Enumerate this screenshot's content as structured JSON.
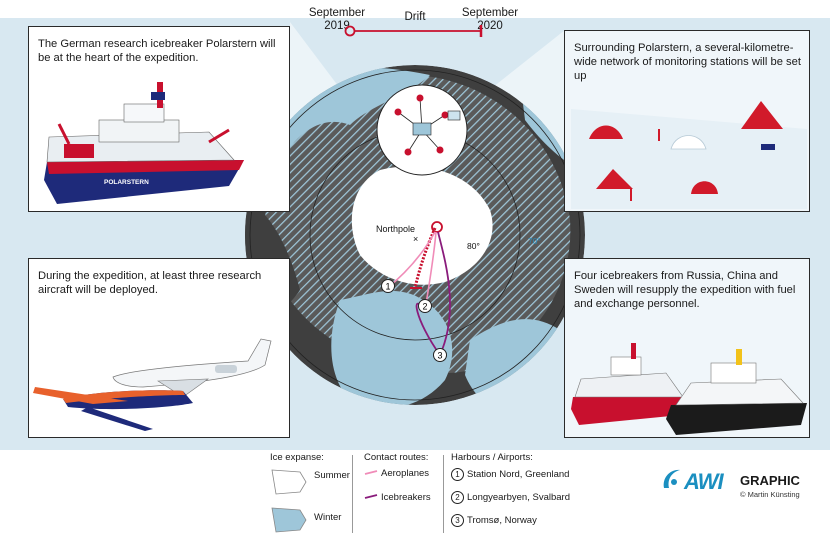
{
  "drift": {
    "start_month": "September",
    "start_year": "2019",
    "label": "Drift",
    "end_month": "September",
    "end_year": "2020"
  },
  "panels": {
    "polarstern": "The German research icebreaker Polarstern will be at the heart of the expedition.",
    "network": "Surrounding Polarstern, a several-kilometre-wide network of monitoring stations will be set up",
    "aircraft": "During the expedition, at least three research aircraft will be deployed.",
    "icebreakers": "Four icebreakers from Russia, China and Sweden will resupply the expedition with fuel and exchange personnel."
  },
  "ship_name": "POLARSTERN",
  "map": {
    "northpole_label": "Northpole",
    "lat_80": "80°",
    "lat_70": "70°",
    "marker_1": "1",
    "marker_2": "2",
    "marker_3": "3"
  },
  "legend": {
    "ice_title": "Ice expanse:",
    "summer": "Summer",
    "winter": "Winter",
    "routes_title": "Contact routes:",
    "aeroplanes": "Aeroplanes",
    "icebreakers": "Icebreakers",
    "harbours_title": "Harbours / Airports:",
    "harbours": [
      {
        "num": "1",
        "name": "Station Nord, Greenland"
      },
      {
        "num": "2",
        "name": "Longyearbyen, Svalbard"
      },
      {
        "num": "3",
        "name": "Tromsø, Norway"
      }
    ]
  },
  "logo": {
    "brand": "AWI",
    "word": "GRAPHIC",
    "credit": "© Martin Künsting"
  },
  "colors": {
    "ocean": "#3f3f3f",
    "ice": "#ffffff",
    "land_winter": "#9ec6d9",
    "aeroplane_route": "#f08cb8",
    "icebreaker_route": "#8a1c7c",
    "drift_red": "#c8102e",
    "brand_blue": "#1b8fc0"
  }
}
